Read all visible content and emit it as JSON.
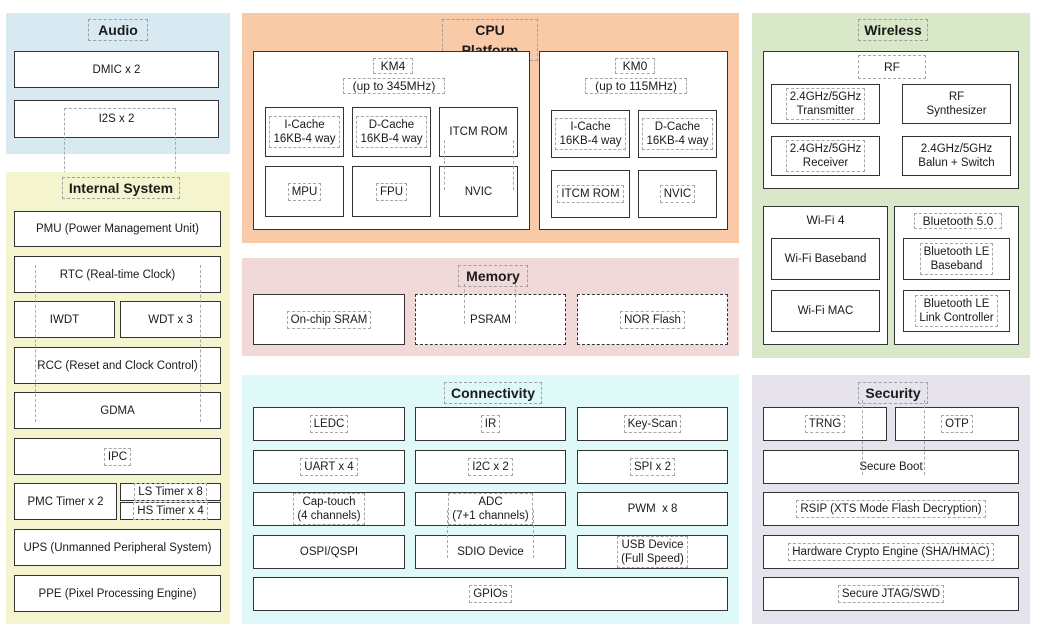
{
  "colors": {
    "audio": "#d9e9f2",
    "internal": "#f4f5cf",
    "cpu": "#f9caa7",
    "memory": "#f2d9d9",
    "connectivity": "#dff8f8",
    "wireless": "#d8e8c8",
    "security": "#e6e3ec"
  },
  "audio": {
    "title": "Audio",
    "dmic": "DMIC x 2",
    "i2s": "I2S x 2"
  },
  "internal": {
    "title": "Internal System",
    "pmu": "PMU (Power Management Unit)",
    "rtc": "RTC (Real-time Clock)",
    "iwdt": "IWDT",
    "wdt": "WDT x 3",
    "rcc": "RCC (Reset and Clock Control)",
    "gdma": "GDMA",
    "ipc": "IPC",
    "pmc": "PMC Timer x 2",
    "ls_timer": "LS Timer x 8",
    "hs_timer": "HS Timer x 4",
    "ups": "UPS (Unmanned Peripheral System)",
    "ppe": "PPE (Pixel Processing Engine)"
  },
  "cpu": {
    "title": "CPU Platform",
    "km4": {
      "name": "KM4",
      "freq": "(up to 345MHz)",
      "icache1": "I-Cache",
      "icache2": "16KB-4 way",
      "dcache1": "D-Cache",
      "dcache2": "16KB-4 way",
      "itcm": "ITCM ROM",
      "mpu": "MPU",
      "fpu": "FPU",
      "nvic": "NVIC"
    },
    "km0": {
      "name": "KM0",
      "freq": "(up to 115MHz)",
      "icache1": "I-Cache",
      "icache2": "16KB-4 way",
      "dcache1": "D-Cache",
      "dcache2": "16KB-4 way",
      "itcm": "ITCM ROM",
      "nvic": "NVIC"
    }
  },
  "memory": {
    "title": "Memory",
    "sram": "On-chip SRAM",
    "psram": "PSRAM",
    "nor": "NOR Flash"
  },
  "connectivity": {
    "title": "Connectivity",
    "ledc": "LEDC",
    "ir": "IR",
    "keyscan": "Key-Scan",
    "uart": "UART x 4",
    "i2c": "I2C x 2",
    "spi": "SPI x 2",
    "captouch1": "Cap-touch",
    "captouch2": "(4 channels)",
    "adc1": "ADC",
    "adc2": "(7+1 channels)",
    "pwm": "PWM  x 8",
    "ospi": "OSPI/QSPI",
    "sdio": "SDIO Device",
    "usb1": "USB Device",
    "usb2": "(Full Speed)",
    "gpio": "GPIOs"
  },
  "wireless": {
    "title": "Wireless",
    "rf": "RF",
    "tx1": "2.4GHz/5GHz",
    "tx2": "Transmitter",
    "synth1": "RF",
    "synth2": "Synthesizer",
    "rx1": "2.4GHz/5GHz",
    "rx2": "Receiver",
    "balun1": "2.4GHz/5GHz",
    "balun2": "Balun + Switch",
    "wifi": "Wi-Fi 4",
    "wifi_bb": "Wi-Fi Baseband",
    "wifi_mac": "Wi-Fi MAC",
    "bt": "Bluetooth 5.0",
    "bt_bb1": "Bluetooth LE",
    "bt_bb2": "Baseband",
    "bt_lc1": "Bluetooth LE",
    "bt_lc2": "Link Controller"
  },
  "security": {
    "title": "Security",
    "trng": "TRNG",
    "otp": "OTP",
    "secure_boot": "Secure Boot",
    "rsip": "RSIP (XTS Mode Flash Decryption)",
    "crypto": "Hardware Crypto Engine (SHA/HMAC)",
    "jtag": "Secure JTAG/SWD"
  }
}
